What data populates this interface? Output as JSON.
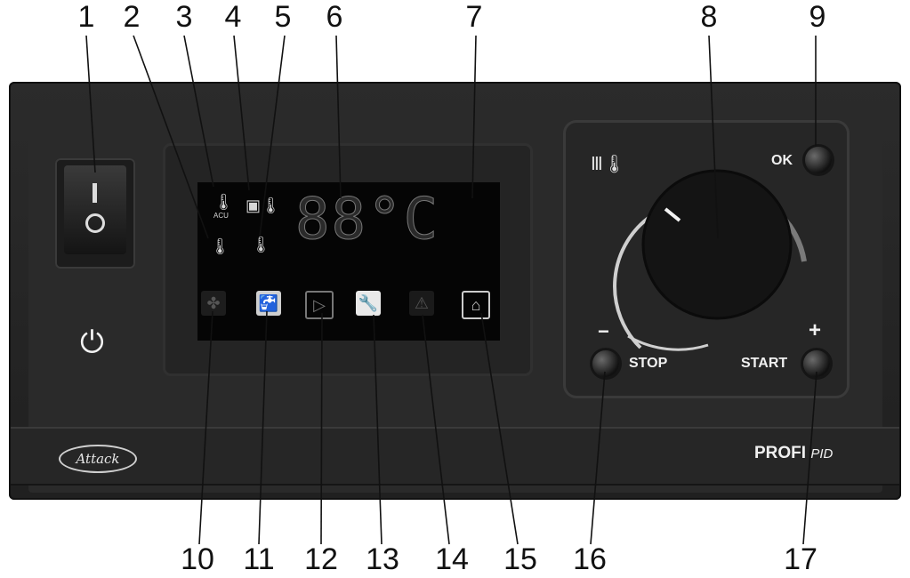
{
  "callouts": [
    "1",
    "2",
    "3",
    "4",
    "5",
    "6",
    "7",
    "8",
    "9",
    "10",
    "11",
    "12",
    "13",
    "14",
    "15",
    "16",
    "17"
  ],
  "display": {
    "segments": "88°C",
    "acu_label": "ACU"
  },
  "status_icons": [
    "fan-icon",
    "tap-icon",
    "pump-icon",
    "wrench-icon",
    "warning-icon",
    "house-thermometer-icon"
  ],
  "controls": {
    "ok_label": "OK",
    "stop_label": "STOP",
    "start_label": "START",
    "minus_label": "−",
    "plus_label": "+"
  },
  "branding": {
    "logo": "Attack",
    "model_name": "PROFI",
    "model_suffix": "PID"
  },
  "colors": {
    "panel": "#262626",
    "display": "#050505",
    "text": "#f0f0f0"
  }
}
